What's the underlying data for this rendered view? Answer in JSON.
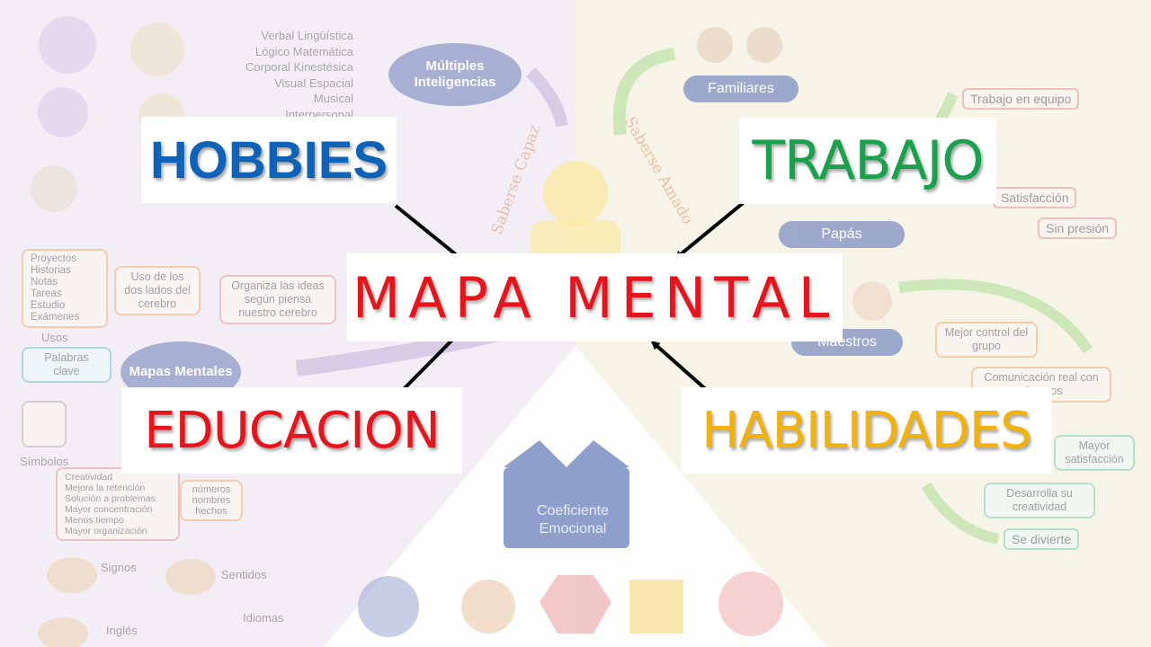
{
  "title": "MAPA MENTAL",
  "branches": {
    "hobbies": "HOBBIES",
    "trabajo": "TRABAJO",
    "educacion": "EDUCACION",
    "habilidades": "HABILIDADES"
  },
  "colors": {
    "title": "#e8141c",
    "hobbies": "#0c63b8",
    "trabajo": "#18a24c",
    "educacion": "#e8141c",
    "habilidades": "#f2b20a",
    "arrow": "#000000"
  },
  "background": {
    "inteligencias": [
      "Verbal Lingüística",
      "Lógico Matemática",
      "Corporal Kinestésica",
      "Visual Espacial",
      "Musical",
      "Interpersonal"
    ],
    "multiples": "Múltiples Inteligencias",
    "saberse_capaz": "Saberse Capaz",
    "saberse_amado": "Saberse Amado",
    "familiares": "Familiares",
    "papas": "Papás",
    "maestros": "Maestros",
    "right_items": [
      "Trabajo en equipo",
      "Satisfacción",
      "Sin presión",
      "Mejor control del grupo",
      "Comunicación real con alumnos",
      "Mayor satisfacción",
      "Desarrolla su creatividad",
      "Se divierte"
    ],
    "usos_list": [
      "Proyectos",
      "Historias",
      "Notas",
      "Tareas",
      "Estudio",
      "Exámenes"
    ],
    "usos": "Usos",
    "palabras_clave": "Palabras clave",
    "simbolos": "Símbolos",
    "uso_lados": "Uso de los dos lados del cerebro",
    "organiza": "Organiza las ideas según piensa nuestro cerebro",
    "mapas_mentales": "Mapas Mentales",
    "benefits": [
      "Creatividad",
      "Mejora la retención",
      "Solución a problemas",
      "Mayor concentración",
      "Menos tiempo",
      "Mayor organización"
    ],
    "numeros": "números nombres hechos",
    "signos": "Signos",
    "sentidos": "Sentidos",
    "idiomas": "Idiomas",
    "ingles": "Inglés",
    "coeficiente": "Coeficiente Emocional"
  }
}
